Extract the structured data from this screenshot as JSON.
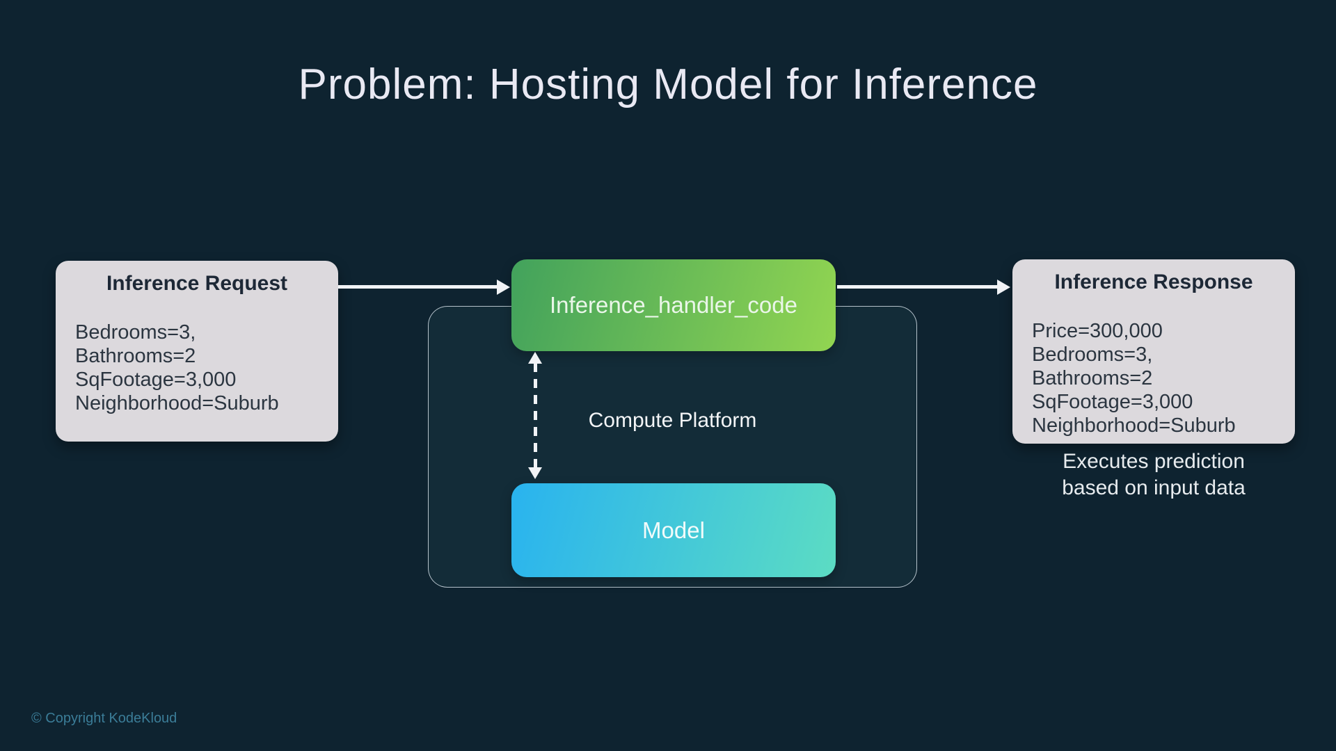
{
  "slide": {
    "title": "Problem: Hosting Model for Inference",
    "copyright": "© Copyright KodeKloud"
  },
  "diagram": {
    "request_card": {
      "title": "Inference Request",
      "lines": [
        "Bedrooms=3,",
        "Bathrooms=2",
        "SqFootage=3,000",
        "Neighborhood=Suburb"
      ]
    },
    "handler_box": {
      "label": "Inference_handler_code"
    },
    "compute_platform": {
      "label": "Compute Platform"
    },
    "model_box": {
      "label": "Model"
    },
    "response_card": {
      "title": "Inference Response",
      "lines": [
        "Price=300,000",
        "Bedrooms=3,",
        "Bathrooms=2",
        "SqFootage=3,000",
        "Neighborhood=Suburb"
      ]
    },
    "response_note": {
      "line1": "Executes prediction",
      "line2": "based on input data"
    }
  },
  "colors": {
    "background": "#0e2330",
    "card_background": "#dcd9dd",
    "card_title_text": "#1d2836",
    "card_body_text": "#2b3540",
    "handler_gradient_start": "#42a25c",
    "handler_gradient_end": "#92d551",
    "model_gradient_start": "#29b3ef",
    "model_gradient_end": "#5cdcc3",
    "arrow": "#f1f3f6",
    "title_text": "#e9e9f3",
    "copyright_text": "#3b7d98"
  }
}
